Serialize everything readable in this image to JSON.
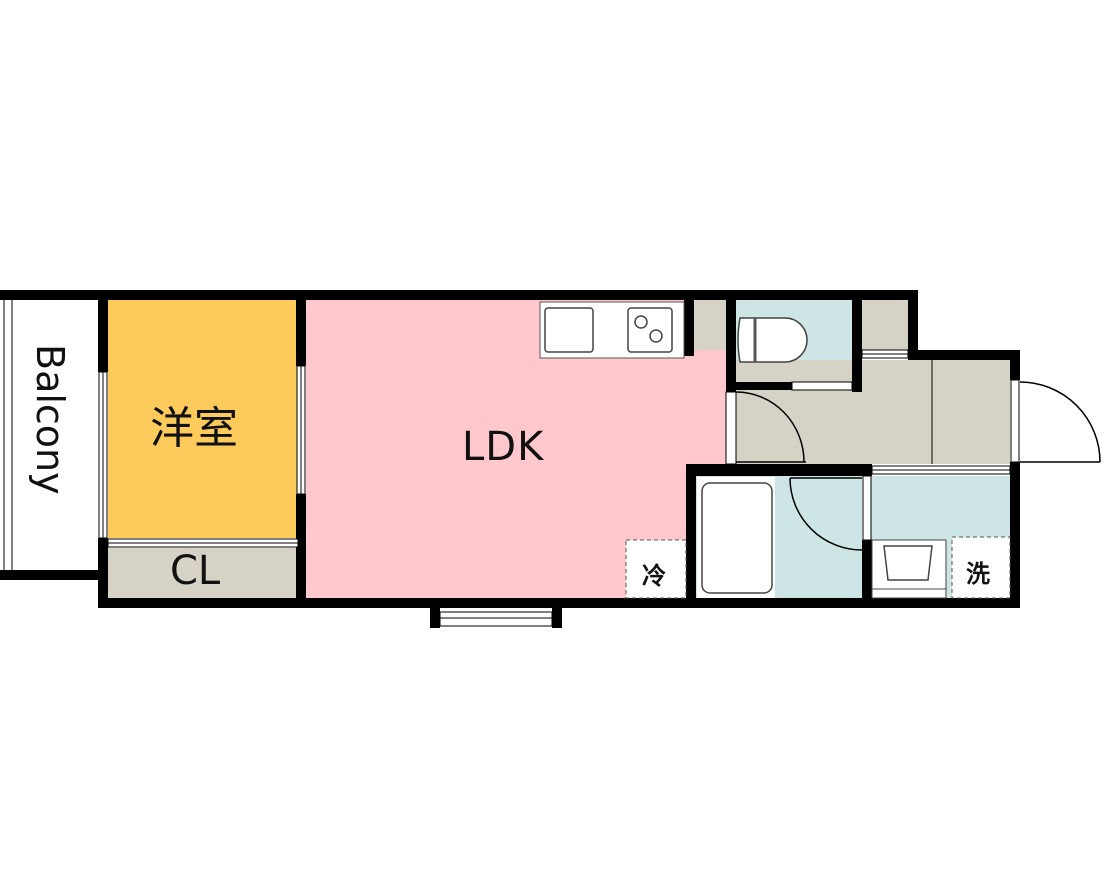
{
  "floorplan": {
    "colors": {
      "wall": "#000000",
      "western_room": "#fdca5c",
      "ldk": "#ffc8cc",
      "storage": "#d6d3c6",
      "wet_area": "#cde5e5",
      "balcony": "#ffffff",
      "fixture": "#ffffff"
    },
    "rooms": [
      {
        "id": "balcony",
        "label": "Balcony"
      },
      {
        "id": "western_room",
        "label": "洋室"
      },
      {
        "id": "closet",
        "label": "CL"
      },
      {
        "id": "ldk",
        "label": "LDK"
      },
      {
        "id": "toilet",
        "label": ""
      },
      {
        "id": "entrance_hall",
        "label": ""
      },
      {
        "id": "bathroom",
        "label": ""
      },
      {
        "id": "washroom",
        "label": ""
      }
    ],
    "appliance_spaces": [
      {
        "id": "refrigerator",
        "label": "冷"
      },
      {
        "id": "washing_machine",
        "label": "洗"
      }
    ]
  }
}
